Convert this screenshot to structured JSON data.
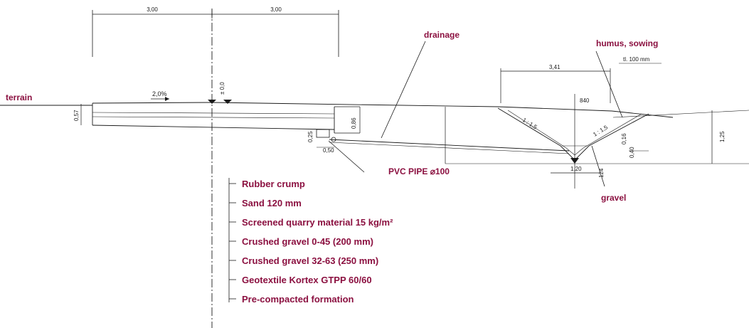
{
  "labels": {
    "terrain": "terrain",
    "drainage": "drainage",
    "humus": "humus, sowing",
    "pvc": "PVC PIPE ⌀100",
    "gravel": "gravel"
  },
  "layers": [
    "Rubber crump",
    "Sand 120 mm",
    "Screened quarry material 15 kg/m²",
    "Crushed gravel 0-45 (200 mm)",
    "Crushed gravel 32-63 (250 mm)",
    "Geotextile Kortex GTPP 60/60",
    "Pre-compacted formation"
  ],
  "dimensions": {
    "half_width_left": "3,00",
    "half_width_right": "3,00",
    "slope": "2,0%",
    "level": "± 0,0",
    "thickness": "0,57",
    "drain_depth": "0,25",
    "drain_width": "0,50",
    "drain_height": "0,86",
    "ditch_width": "3,41",
    "ditch_inner": "840",
    "bank_slope_left": "1 : 1,5",
    "bank_slope_right": "1 : 1,5",
    "humus_thickness": "tl. 100 mm",
    "offset_a": "0,16",
    "offset_b": "0,40",
    "ditch_depth": "1,25",
    "bottom_width": "1,20",
    "bottom_depth": "124"
  },
  "colors": {
    "label": "#8b1040",
    "ink": "#1a1a1a"
  }
}
